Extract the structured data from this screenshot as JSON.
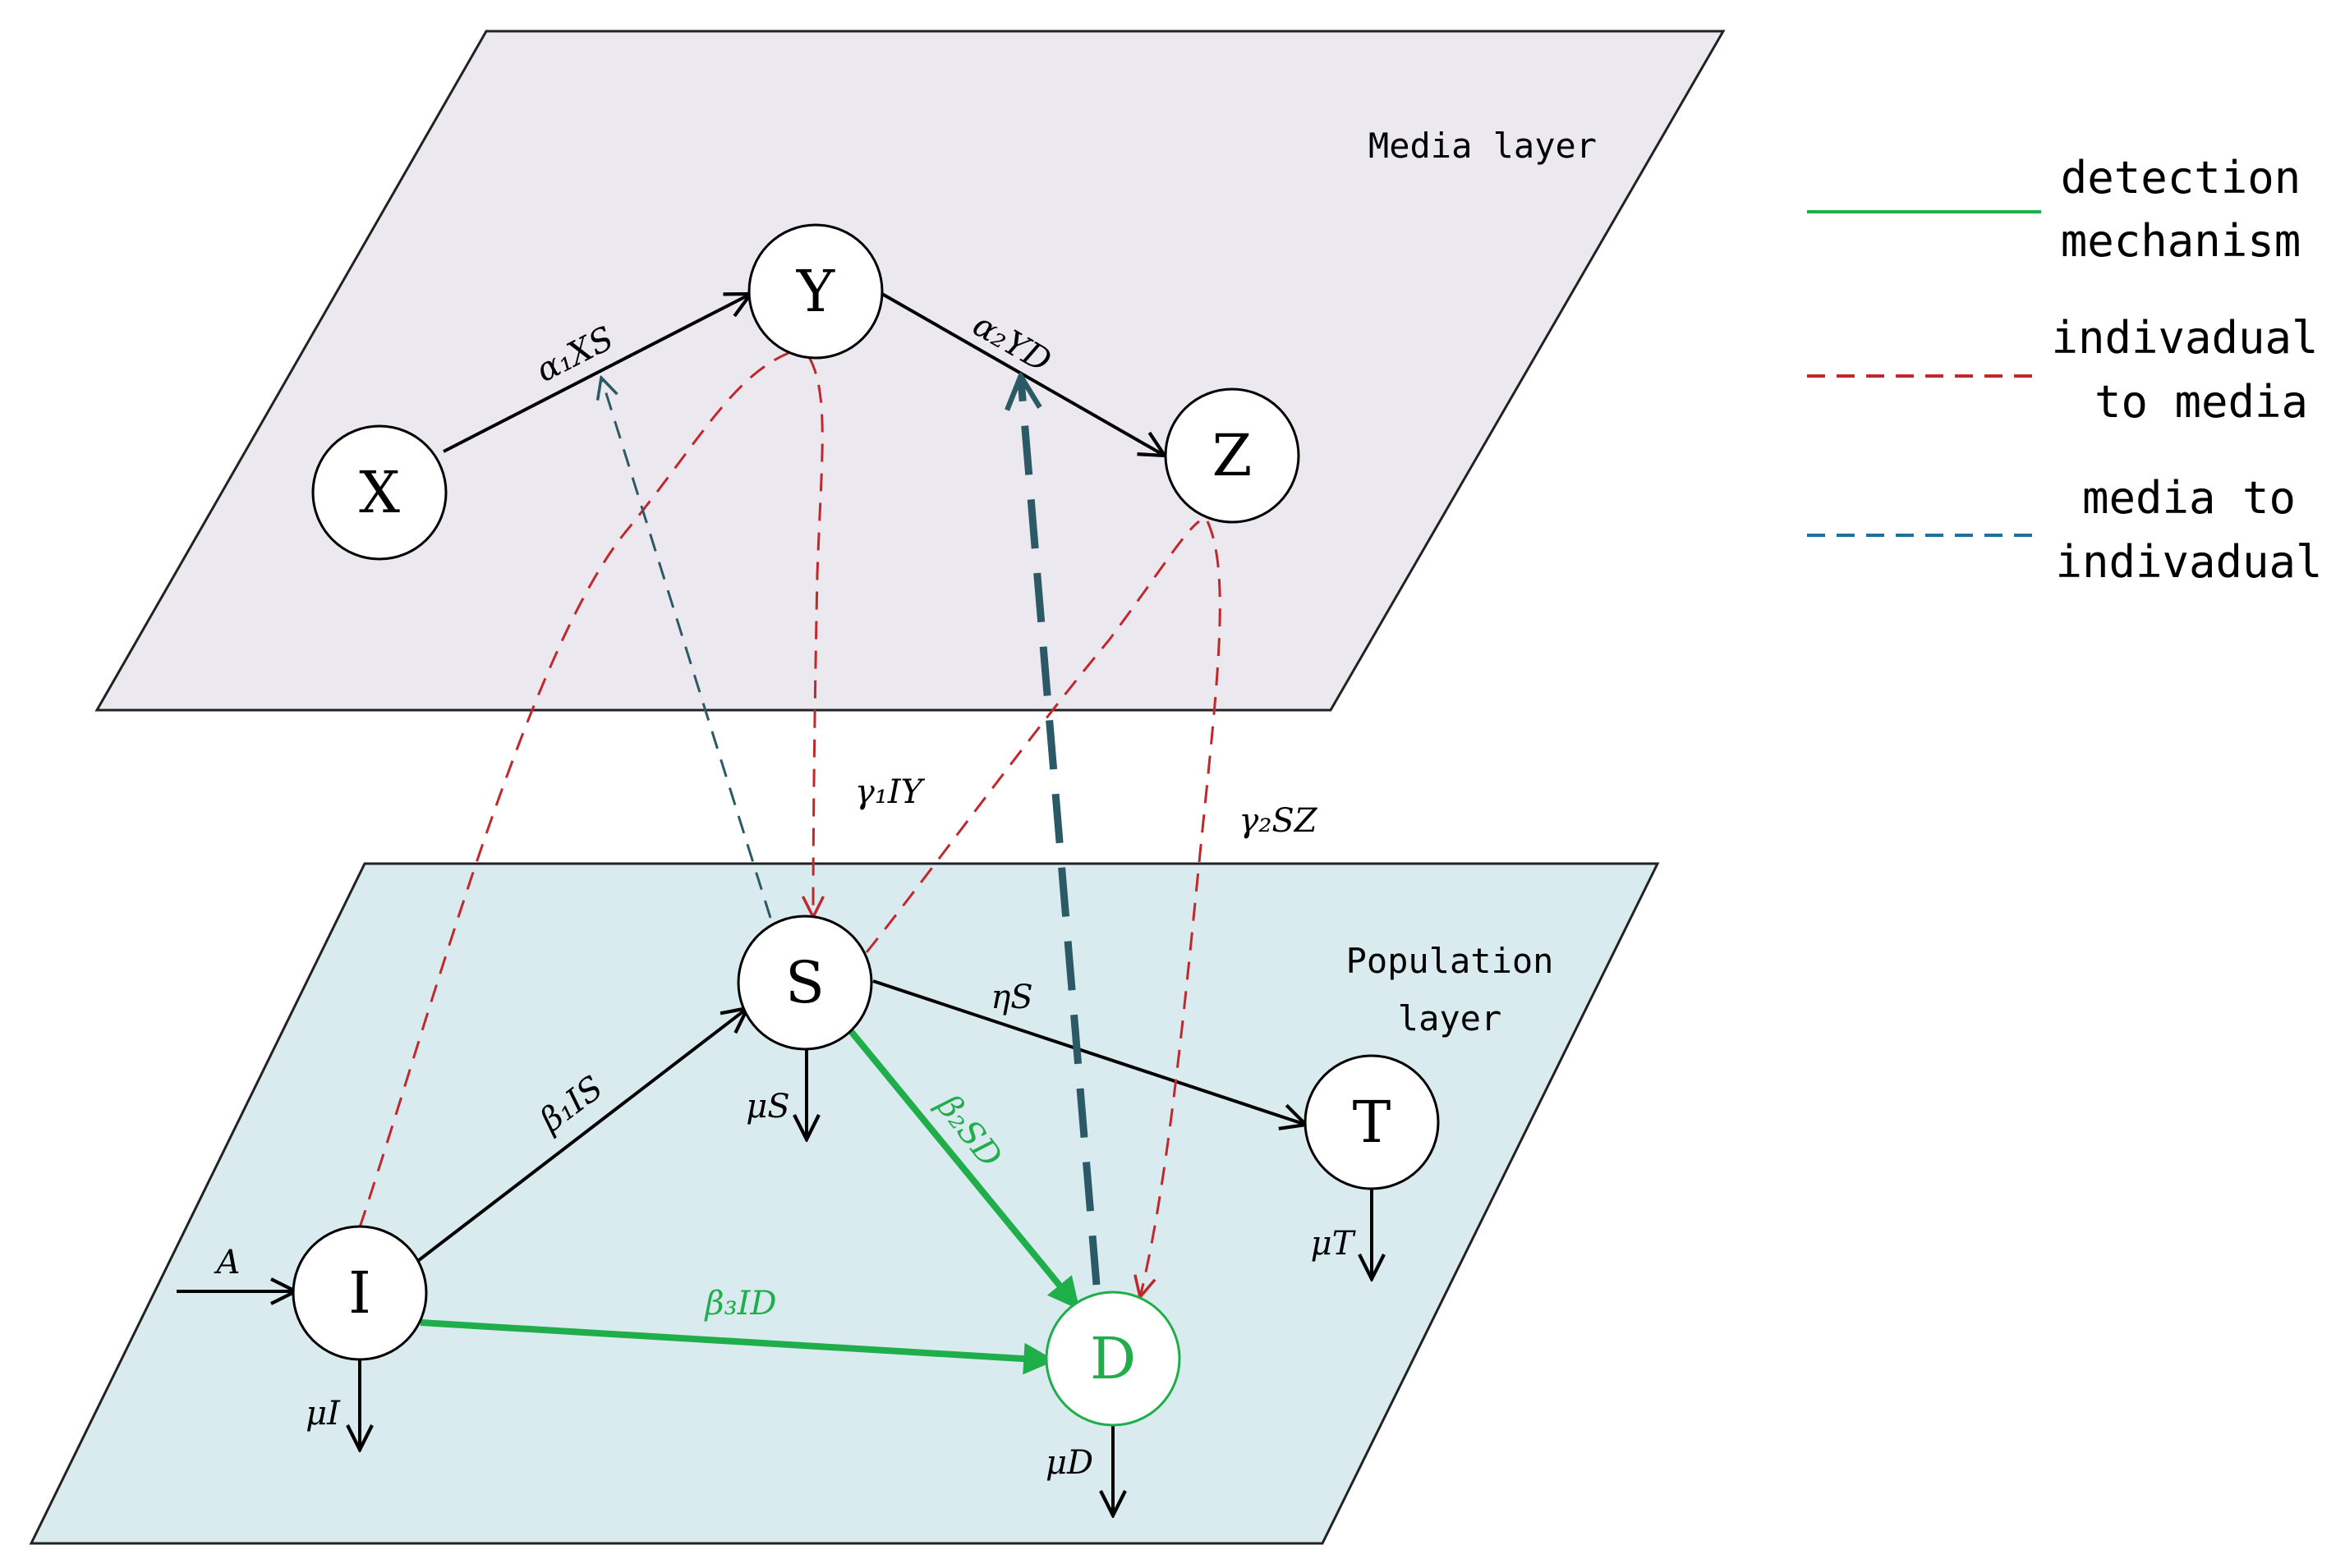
{
  "colors": {
    "media_layer": "#ece8f0",
    "population_layer": "#daebf0",
    "detection": "#1fae4a",
    "individual_to_media": "#c0282c",
    "media_to_individual": "#1e6f9c",
    "media_to_individual_diagram": "#2b5a66",
    "node_D": "#1fae4a"
  },
  "layers": {
    "media": "Media layer",
    "population": [
      "Population",
      "layer"
    ]
  },
  "nodes": {
    "X": "X",
    "Y": "Y",
    "Z": "Z",
    "S": "S",
    "I": "I",
    "T": "T",
    "D": "D"
  },
  "edge_labels": {
    "xy": "α₁XS",
    "yz": "α₂YD",
    "gamma1": "γ₁IY",
    "gamma2": "γ₂SZ",
    "is": "β₁IS",
    "st": "ηS",
    "sd": "β₂SD",
    "id": "β₃ID",
    "a": "A",
    "mu_s": "μS",
    "mu_i": "μI",
    "mu_t": "μT",
    "mu_d": "μD"
  },
  "legend": {
    "detection": [
      "detection",
      "mechanism"
    ],
    "individual_to_media": [
      "indivadual",
      "to media"
    ],
    "media_to_individual": [
      "media to",
      "indivadual"
    ]
  }
}
